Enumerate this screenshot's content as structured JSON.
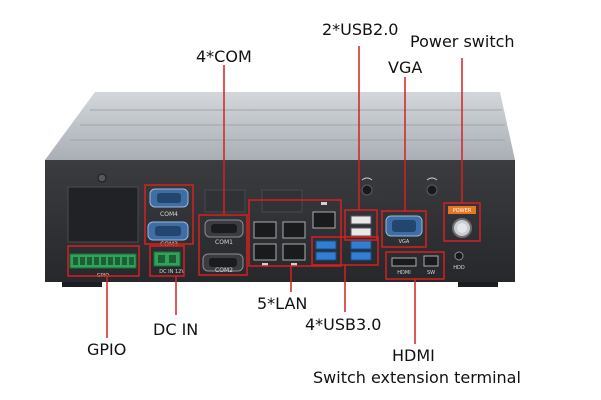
{
  "labels": {
    "com": "4*COM",
    "usb2": "2*USB2.0",
    "power": "Power switch",
    "vga": "VGA",
    "gpio": "GPIO",
    "dcin": "DC IN",
    "lan": "5*LAN",
    "usb3": "4*USB3.0",
    "hdmi": "HDMI",
    "sw_ext": "Switch extension terminal"
  },
  "panel_text": {
    "com4": "COM4",
    "com3": "COM3",
    "com1": "COM1",
    "com2": "COM2",
    "dc_in_12v": "DC IN 12V",
    "gpio_small": "GPIO",
    "vga_small": "VGA",
    "hdmi_small": "HDMI",
    "sw_small": "SW",
    "hdd": "HDD",
    "power_badge": "POWER"
  },
  "colors": {
    "callout": "#d62020",
    "chassis_top": "#b9bfc5",
    "chassis_panel": "#2d2f33",
    "db9_blue": "#3d6ea6",
    "usb3_blue": "#2f7fd6",
    "gpio_green": "#2fa35a",
    "power_badge": "#e8761f"
  },
  "icons": [
    "wifi-antenna-icon",
    "network-icon",
    "usb-icon",
    "power-button-icon"
  ]
}
